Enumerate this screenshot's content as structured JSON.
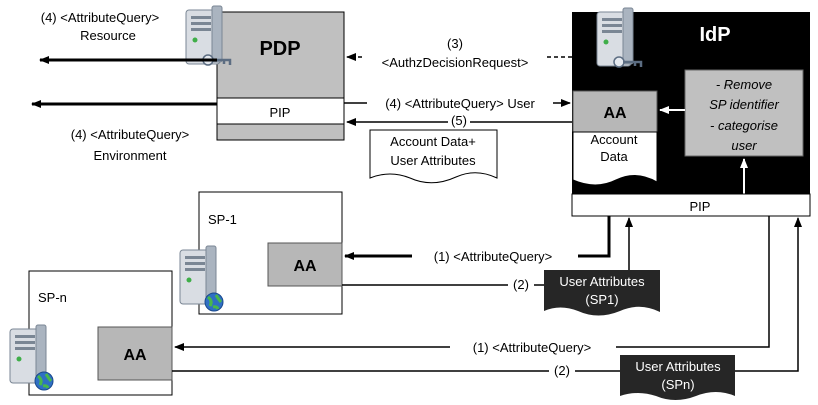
{
  "pdp": {
    "title": "PDP",
    "pip": "PIP"
  },
  "idp": {
    "title": "IdP",
    "aa": "AA",
    "pip": "PIP",
    "account_doc": [
      "Account",
      "Data"
    ],
    "process_box": [
      "- Remove",
      "SP identifier",
      "- categorise",
      "user"
    ]
  },
  "sp1": {
    "title": "SP-1",
    "aa": "AA"
  },
  "spn": {
    "title": "SP-n",
    "aa": "AA"
  },
  "labels": {
    "q_resource": [
      "(4) <AttributeQuery>",
      "Resource"
    ],
    "q_environment": [
      "(4) <AttributeQuery>",
      "Environment"
    ],
    "authz": [
      "(3)",
      "<AuthzDecisionRequest>"
    ],
    "q_user": "(4) <AttributeQuery> User",
    "step5": "(5)",
    "account_user": [
      "Account Data+",
      "User Attributes"
    ],
    "sp1_query": "(1) <AttributeQuery>",
    "sp1_step2": "(2)",
    "sp1_attrs": [
      "User Attributes",
      "(SP1)"
    ],
    "spn_query": "(1) <AttributeQuery>",
    "spn_step2": "(2)",
    "spn_attrs": [
      "User Attributes",
      "(SPn)"
    ]
  },
  "icons": [
    "server-key-icon",
    "server-globe-icon"
  ],
  "colors": {
    "box_gray": "#c0c0c0",
    "idp_black": "#000000",
    "aa_gray": "#b7b7b7"
  }
}
